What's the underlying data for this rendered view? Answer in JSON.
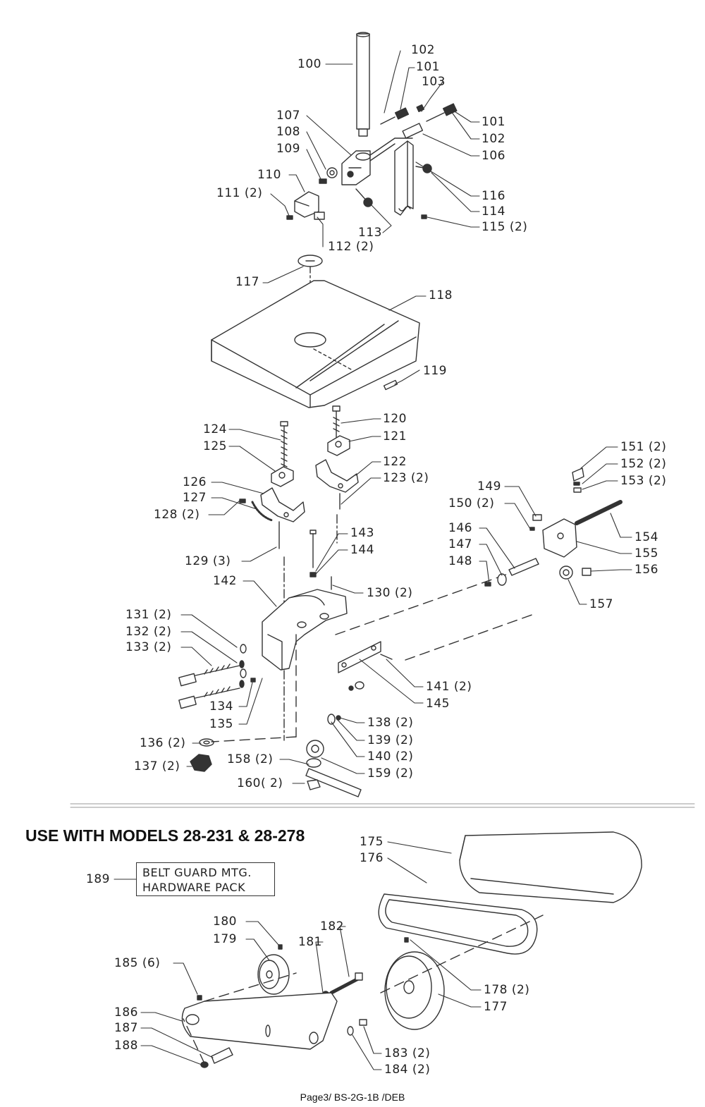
{
  "labels": {
    "p100": "100",
    "p101a": "101",
    "p101b": "101",
    "p102a": "102",
    "p102b": "102",
    "p103": "103",
    "p106": "106",
    "p107": "107",
    "p108": "108",
    "p109": "109",
    "p110": "110",
    "p111": "111 (2)",
    "p112": "112 (2)",
    "p113": "113",
    "p114": "114",
    "p115": "115 (2)",
    "p116": "116",
    "p117": "117",
    "p118": "118",
    "p119": "119",
    "p120": "120",
    "p121": "121",
    "p122": "122",
    "p123": "123 (2)",
    "p124": "124",
    "p125": "125",
    "p126": "126",
    "p127": "127",
    "p128": "128 (2)",
    "p129": "129 (3)",
    "p130": "130 (2)",
    "p131": "131 (2)",
    "p132": "132 (2)",
    "p133": "133 (2)",
    "p134": "134",
    "p135": "135",
    "p136": "136 (2)",
    "p137": "137 (2)",
    "p138": "138 (2)",
    "p139": "139 (2)",
    "p140": "140 (2)",
    "p141": "141 (2)",
    "p142": "142",
    "p143": "143",
    "p144": "144",
    "p145": "145",
    "p146": "146",
    "p147": "147",
    "p148": "148",
    "p149": "149",
    "p150": "150 (2)",
    "p151": "151 (2)",
    "p152": "152 (2)",
    "p153": "153 (2)",
    "p154": "154",
    "p155": "155",
    "p156": "156",
    "p157": "157",
    "p158": "158 (2)",
    "p159": "159 (2)",
    "p160": "160( 2)",
    "p175": "175",
    "p176": "176",
    "p177": "177",
    "p178": "178 (2)",
    "p179": "179",
    "p180": "180",
    "p181": "181",
    "p182": "182",
    "p183": "183 (2)",
    "p184": "184 (2)",
    "p185": "185 (6)",
    "p186": "186",
    "p187": "187",
    "p188": "188",
    "p189": "189"
  },
  "section_heading": "USE WITH MODELS 28-231 &  28-278",
  "hardware_box": {
    "line1": "BELT GUARD MTG.",
    "line2": "HARDWARE PACK"
  },
  "footer": "Page3/ BS-2G-1B /DEB"
}
